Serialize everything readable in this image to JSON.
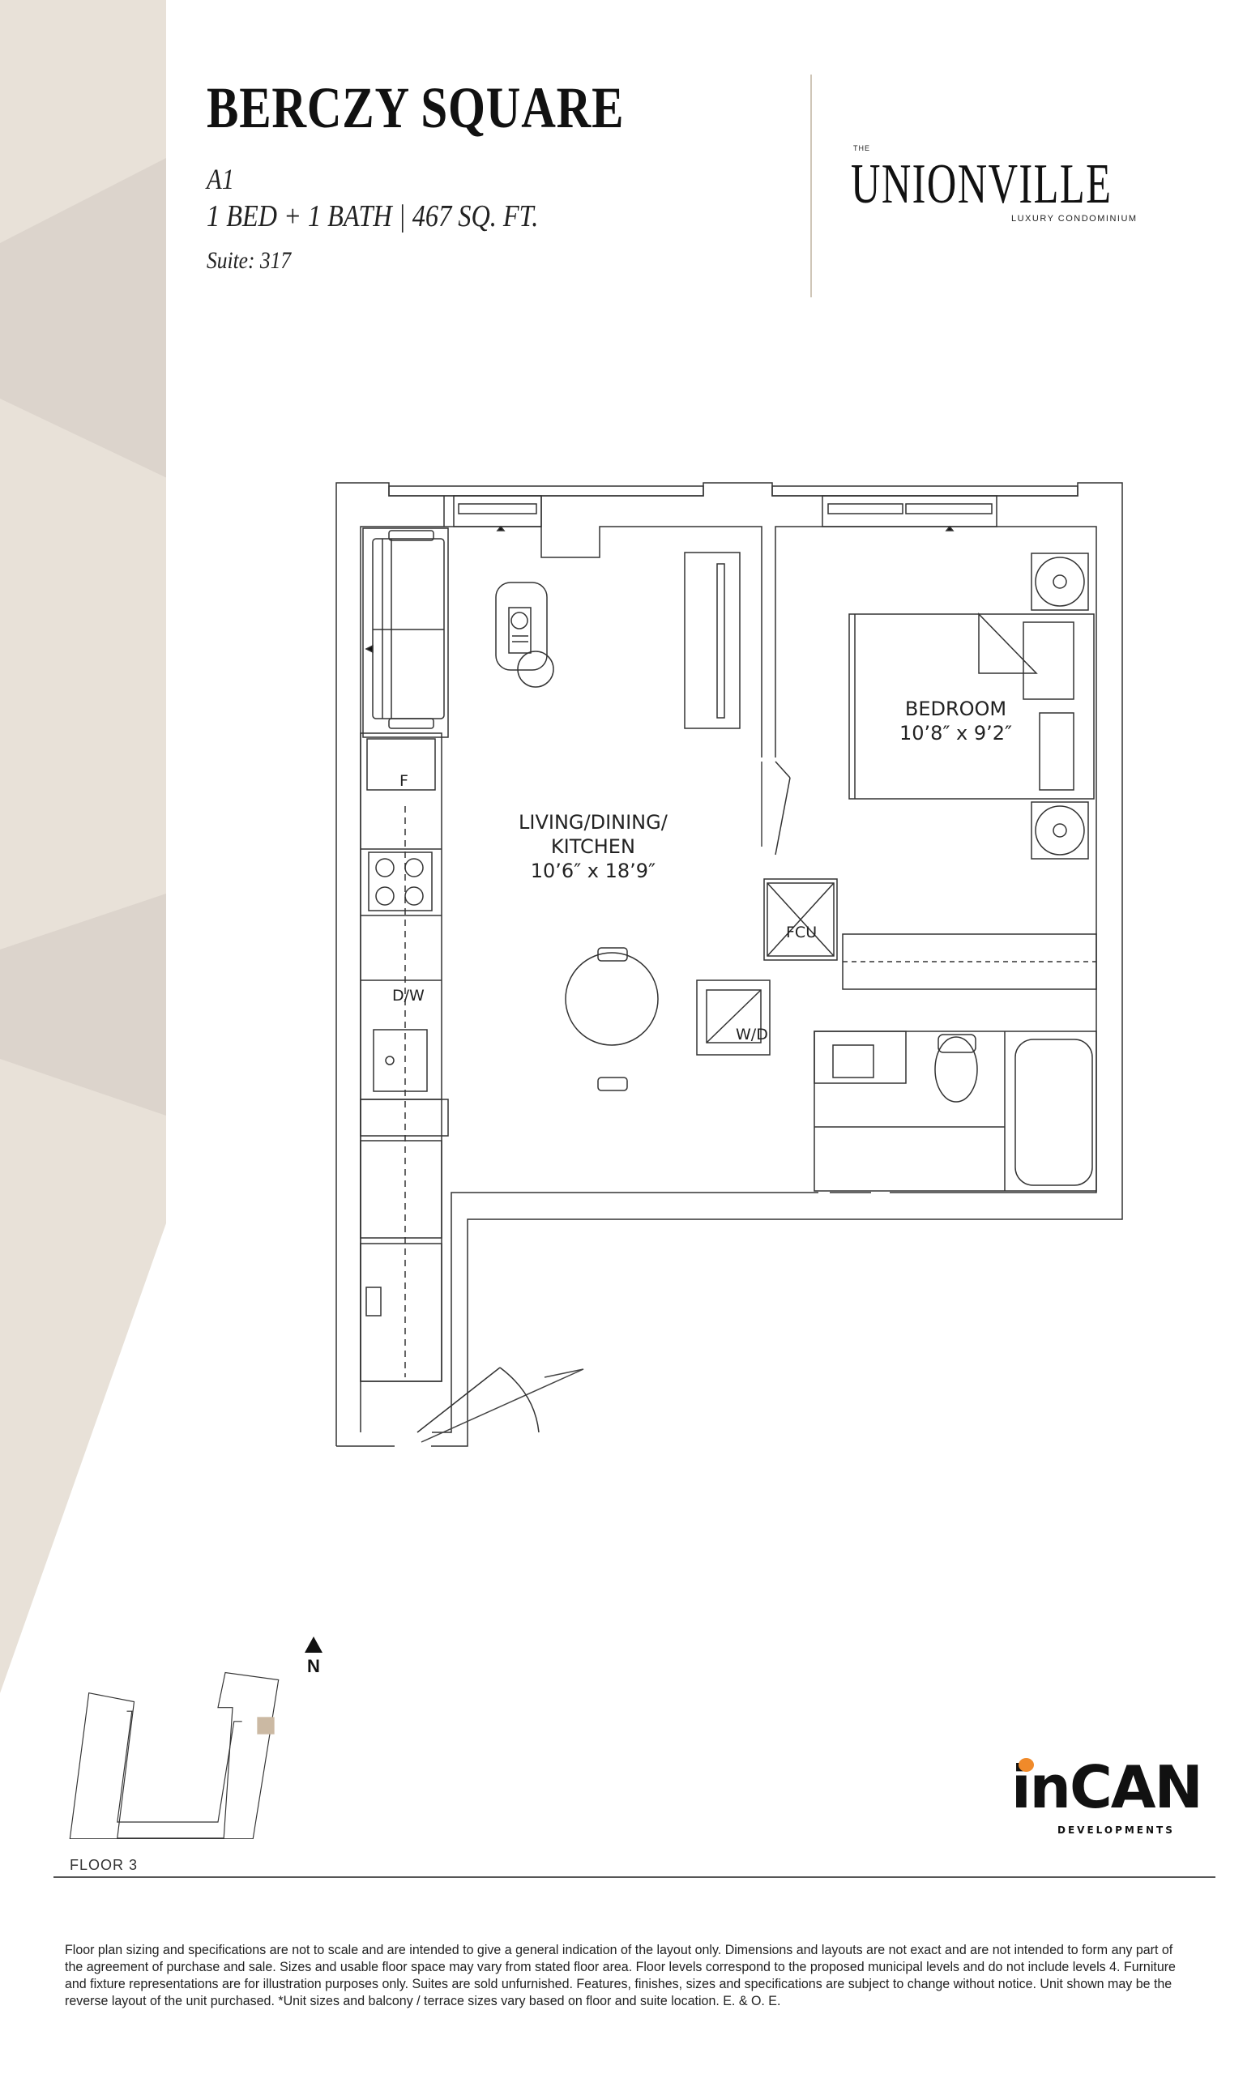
{
  "header": {
    "project_name": "BERCZY SQUARE",
    "unit_model": "A1",
    "unit_summary": "1 BED + 1 BATH  |  467 SQ. FT.",
    "suite": "Suite: 317"
  },
  "brand_logo": {
    "prefix": "THE",
    "name": "UNIONVILLE",
    "tagline": "LUXURY CONDOMINIUM"
  },
  "floor_plan": {
    "rooms": [
      {
        "name": "LIVING/DINING/\nKITCHEN",
        "line1": "LIVING/DINING/",
        "line2": "KITCHEN",
        "dimensions": "10’6″ x 18’9″"
      },
      {
        "name": "BEDROOM",
        "line1": "BEDROOM",
        "dimensions": "10’8″ x 9’2″"
      }
    ],
    "appliance_labels": {
      "fridge": "F",
      "dishwasher": "D/W",
      "fan_coil_unit": "FCU",
      "washer_dryer": "W/D"
    }
  },
  "key_plan": {
    "north_label": "N",
    "floor_label": "FLOOR 3",
    "highlight_color": "#cbb9a3"
  },
  "developer_logo": {
    "name": "inCAN",
    "subtitle": "DEVELOPMENTS",
    "accent_color": "#f08a2a"
  },
  "colors": {
    "band_light": "#e8e1d8",
    "band_dark": "#dcd4cc",
    "rule": "#cfc6b8"
  },
  "disclaimer": "Floor plan sizing and specifications are not to scale and are intended to give a general indication of the layout only. Dimensions and layouts are not exact and are not intended to form any part of the agreement of purchase and sale. Sizes and usable floor space may vary from stated floor area. Floor levels correspond to the proposed municipal levels and do not include levels 4. Furniture and fixture representations are for illustration purposes only. Suites are sold unfurnished. Features, finishes, sizes and specifications are subject to change without notice. Unit shown may be the reverse layout of the unit purchased. *Unit sizes and balcony / terrace sizes vary based on floor and suite location. E. & O. E."
}
